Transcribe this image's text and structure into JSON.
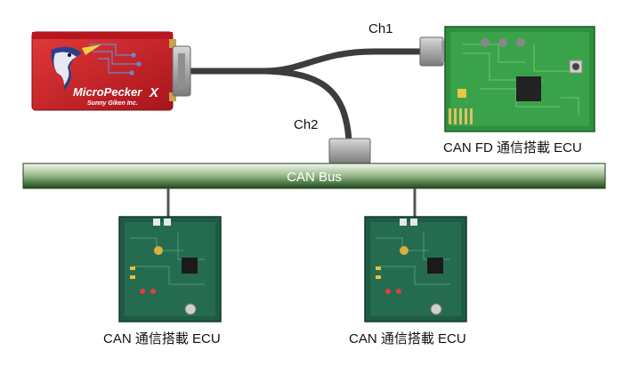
{
  "device": {
    "brand": "MicroPecker",
    "brand_suffix": "X",
    "maker": "Sunny Giken Inc."
  },
  "channels": {
    "ch1": "Ch1",
    "ch2": "Ch2"
  },
  "bus": {
    "label": "CAN Bus"
  },
  "ecus": {
    "fd": "CAN FD 通信搭載 ECU",
    "left": "CAN 通信搭載 ECU",
    "right": "CAN 通信搭載 ECU"
  },
  "colors": {
    "device_red": "#d4202a",
    "pcb_green": "#1f6b4a",
    "pcb_light": "#37a552",
    "bus_green": "#2f5f2a",
    "cable": "#444444"
  }
}
